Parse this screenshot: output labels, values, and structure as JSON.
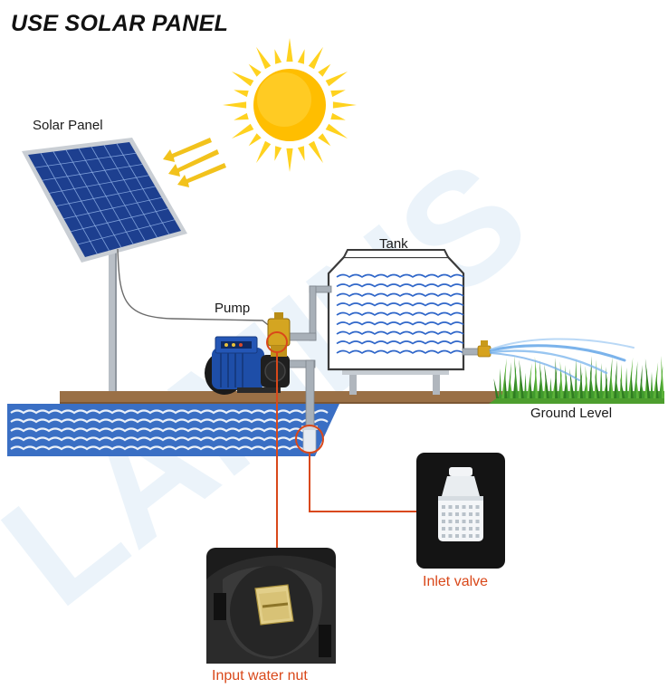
{
  "heading": "USE SOLAR PANEL",
  "labels": {
    "solar_panel": "Solar Panel",
    "pump": "Pump",
    "tank": "Tank",
    "ground_level": "Ground Level",
    "inlet_valve": "Inlet valve",
    "input_water_nut": "Input water nut"
  },
  "watermark": "LAMINS",
  "colors": {
    "sun": "#ffd21f",
    "sun_core": "#ffbe00",
    "panel": "#1d3f8f",
    "water": "#3a6fc4",
    "ground": "#9a7046",
    "grass": "#3f9a2e",
    "pipe": "#a8b0b8",
    "pump_body": "#1e4ea8",
    "callout": "#d9481a"
  },
  "icons": [
    "sun-icon",
    "sunlight-arrows-icon",
    "solar-panel-icon",
    "pump-icon",
    "tank-icon",
    "grass-icon",
    "water-spray-icon"
  ]
}
